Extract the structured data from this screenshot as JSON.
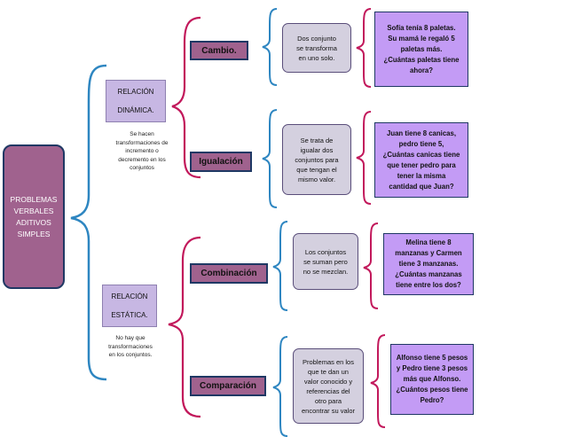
{
  "root": {
    "label": "PROBLEMAS\nVERBALES\nADITIVOS\nSIMPLES"
  },
  "relations": [
    {
      "title": "RELACIÓN",
      "subtitle": "DINÁMICA.",
      "note": "Se hacen\ntransformaciones de\nincremento o\ndecremento en los\nconjuntos"
    },
    {
      "title": "RELACIÓN",
      "subtitle": "ESTÁTICA.",
      "note": "No hay que\ntransformaciones\nen los conjuntos."
    }
  ],
  "categories": [
    {
      "label": "Cambio.",
      "definition": "Dos conjunto\nse transforma\nen uno solo.",
      "example": "Sofía tenía 8 paletas.\nSu mamá le regaló 5\npaletas más.\n¿Cuántas paletas tiene\nahora?"
    },
    {
      "label": "Igualación",
      "definition": "Se trata de\nigualar dos\nconjuntos para\nque tengan el\nmismo valor.",
      "example": "Juan tiene 8 canicas,\npedro tiene 5,\n¿Cuántas canicas tiene\nque tener pedro para\ntener la misma\ncantidad que Juan?"
    },
    {
      "label": "Combinación",
      "definition": "Los conjuntos\nse suman pero\nno se mezclan.",
      "example": "Melina tiene 8\nmanzanas  y Carmen\ntiene  3 manzanas.\n¿Cuántas manzanas\ntiene entre los dos?"
    },
    {
      "label": "Comparación",
      "definition": "Problemas en los\nque te dan un\nvalor conocido y\nreferencias del\notro para\nencontrar su valor",
      "example": "Alfonso tiene 5 pesos\ny Pedro tiene 3 pesos\nmás que Alfonso.\n¿Cuántos pesos tiene\nPedro?"
    }
  ],
  "colors": {
    "blue_brace": "#2e86c1",
    "magenta_brace": "#c2185b",
    "category_fill": "#a0628e",
    "example_fill": "#c39bf5",
    "definition_fill": "#d4d0df",
    "relation_fill": "#c7b7e3"
  }
}
